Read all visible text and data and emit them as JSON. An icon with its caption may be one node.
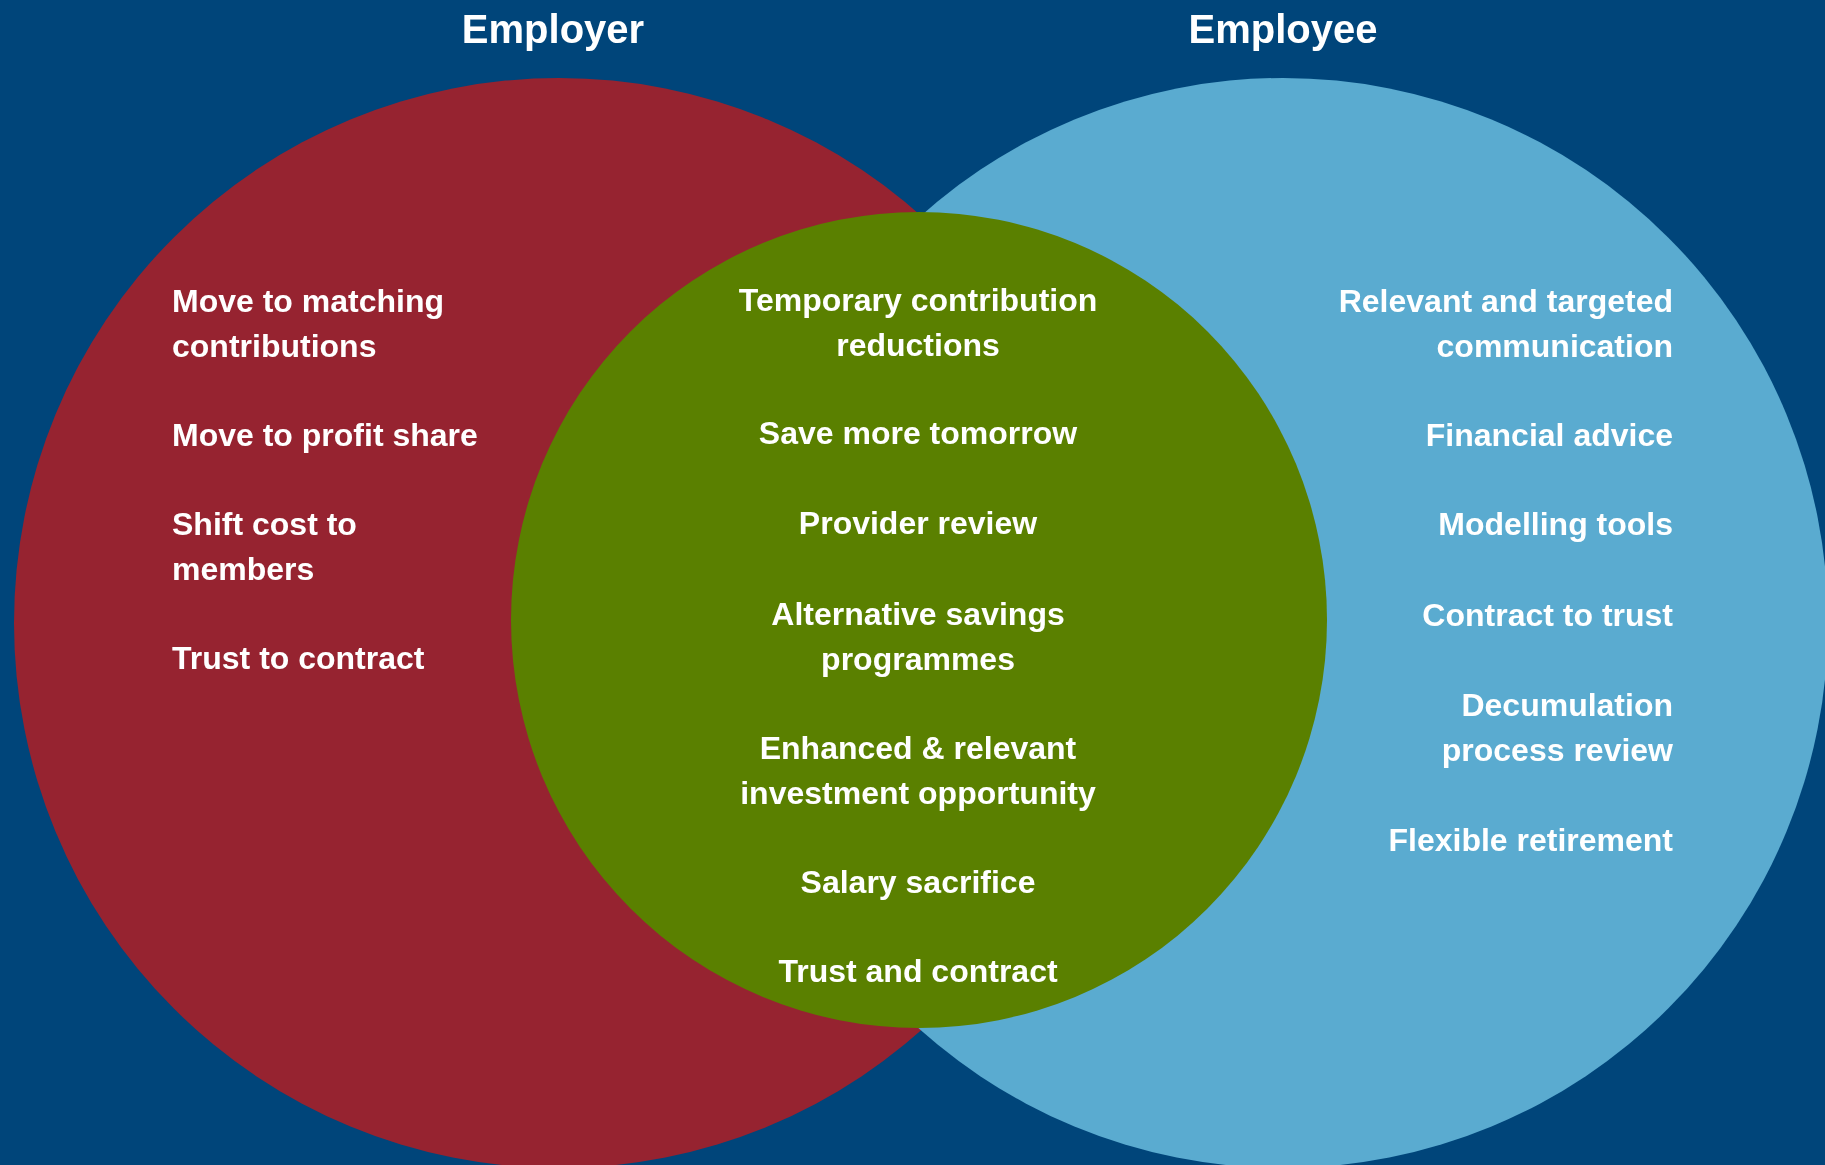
{
  "diagram": {
    "nodes": [
      {
        "text": [
          "Employer",
          "Move to matching contributions",
          "Move to profit share",
          "Shift cost to members",
          "Trust to contract"
        ]
      },
      {
        "text": [
          "Employee",
          "Relevant and targeted communication",
          "Financial advice",
          "Modelling tools",
          "Contract to trust",
          "Decumulation process review",
          "Flexible retirement"
        ]
      },
      {
        "text": [
          "Temporary contribution reductions",
          "Save more tomorrow",
          "Provider review",
          "Alternative savings programmes",
          "Enhanced & relevant investment opportunity",
          "Salary sacrifice",
          "Trust and contract"
        ]
      }
    ]
  }
}
